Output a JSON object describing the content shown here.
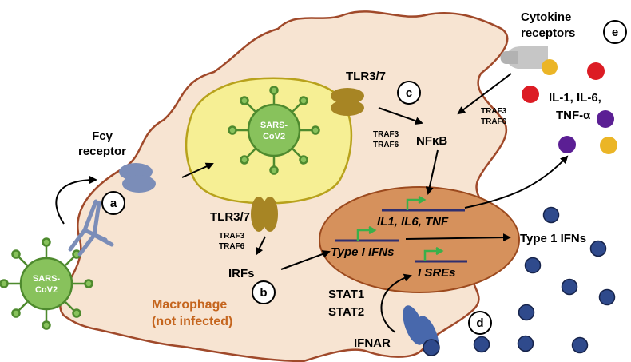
{
  "labels": {
    "fcy_receptor_line1": "Fcγ",
    "fcy_receptor_line2": "receptor",
    "tlr_top": "TLR3/7",
    "tlr_left": "TLR3/7",
    "traf_mid_1": "TRAF3",
    "traf_mid_2": "TRAF6",
    "traf_left_1": "TRAF3",
    "traf_left_2": "TRAF6",
    "traf_right_1": "TRAF3",
    "traf_right_2": "TRAF6",
    "nfkb": "NFκB",
    "irfs": "IRFs",
    "stat1": "STAT1",
    "stat2": "STAT2",
    "ifnar": "IFNAR",
    "cytokine_line1": "Cytokine",
    "cytokine_line2": "receptors",
    "il_line1": "IL-1, IL-6,",
    "il_line2": "TNF-α",
    "type1_ifns": "Type 1 IFNs",
    "macrophage_line1": "Macrophage",
    "macrophage_line2": "(not infected)"
  },
  "genes": {
    "il_genes": "IL1, IL6, TNF",
    "type1_genes": "Type I IFNs",
    "isres": "I SREs"
  },
  "virus": {
    "inner_line1": "SARS-",
    "inner_line2": "CoV2",
    "outer_line1": "SARS-",
    "outer_line2": "CoV2"
  },
  "badges": {
    "a": "a",
    "b": "b",
    "c": "c",
    "d": "d",
    "e": "e"
  },
  "colors": {
    "cell_fill": "#f7e4d2",
    "cell_stroke": "#a0492a",
    "endosome_fill": "#f6ef94",
    "endosome_stroke": "#b8a21c",
    "virus_fill": "#88c25c",
    "virus_stroke": "#4e8a2e",
    "nucleus_fill": "#d6915c",
    "nucleus_stroke": "#9c4a1e",
    "tlr_fill": "#a78524",
    "fc_receptor_fill": "#7b8db8",
    "ifnar_fill": "#4868ac",
    "ifn_dot_fill": "#2f4a8c",
    "il_red": "#dc1c24",
    "il_purple": "#5b1f94",
    "il_yellow": "#ebb526",
    "cyto_receptor_fill": "#c6c6c6",
    "gene_bar": "#2f2f6f",
    "gene_arrow": "#3ab04a",
    "macrophage_text": "#c5651e"
  }
}
